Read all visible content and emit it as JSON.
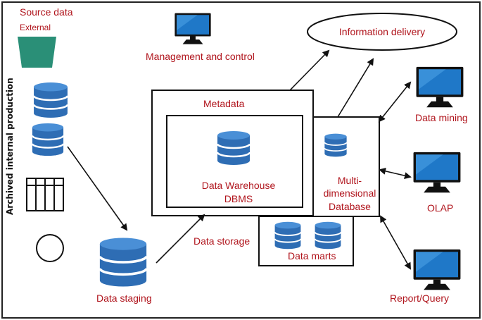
{
  "labels": {
    "source_data": "Source data",
    "external": "External",
    "archived": "Archived internal production",
    "management": "Management and control",
    "info_delivery": "Information delivery",
    "metadata": "Metadata",
    "dw_line1": "Data Warehouse",
    "dw_line2": "DBMS",
    "multidim_line1": "Multi-",
    "multidim_line2": "dimensional",
    "multidim_line3": "Database",
    "data_mining": "Data mining",
    "olap": "OLAP",
    "report_query": "Report/Query",
    "data_storage": "Data storage",
    "data_marts": "Data marts",
    "data_staging": "Data staging"
  },
  "colors": {
    "label": "#b0141c",
    "db_blue": "#2e6db4",
    "monitor_screen": "#1f78c8",
    "external_teal": "#2a8f77"
  }
}
